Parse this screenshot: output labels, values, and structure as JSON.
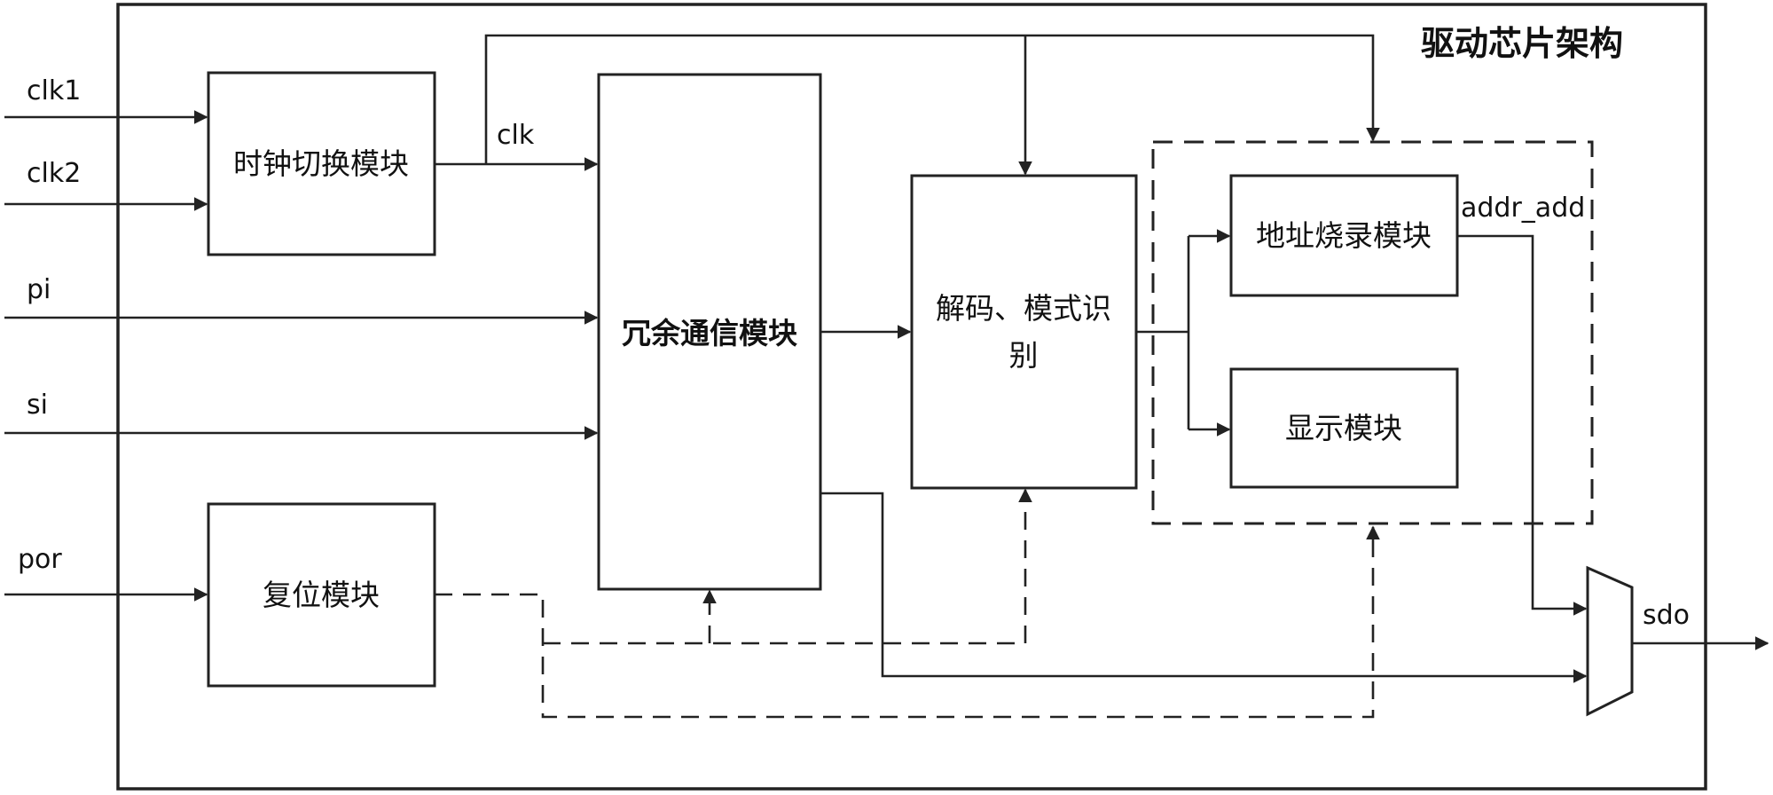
{
  "diagram": {
    "title": "驱动芯片架构",
    "inputs": {
      "clk1": "clk1",
      "clk2": "clk2",
      "pi": "pi",
      "si": "si",
      "por": "por"
    },
    "signals": {
      "clk": "clk",
      "addr_add": "addr_add",
      "sdo": "sdo"
    },
    "blocks": {
      "clock_switch": "时钟切换模块",
      "reset": "复位模块",
      "redundant_comm": "冗余通信模块",
      "decode_line1": "解码、模式识",
      "decode_line2": "别",
      "addr_burn": "地址烧录模块",
      "display": "显示模块"
    },
    "colors": {
      "line": "#222222",
      "background": "#ffffff"
    }
  }
}
